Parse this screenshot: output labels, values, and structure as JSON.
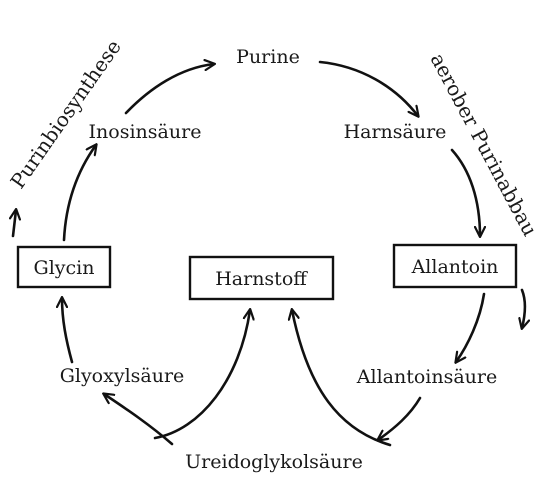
{
  "nodes": {
    "purine": "Purine",
    "harnsaeure": "Harnsäure",
    "allantoin": "Allantoin",
    "allantoinsaeure": "Allantoinsäure",
    "ureidoglykolsaeure": "Ureidoglykolsäure",
    "glyoxylsaeure": "Glyoxylsäure",
    "glycin": "Glycin",
    "inosinsaeure": "Inosinsäure",
    "harnstoff": "Harnstoff"
  },
  "pathways": {
    "synthesis": "Purinbiosynthese",
    "degradation": "aerober Purinabbau"
  }
}
